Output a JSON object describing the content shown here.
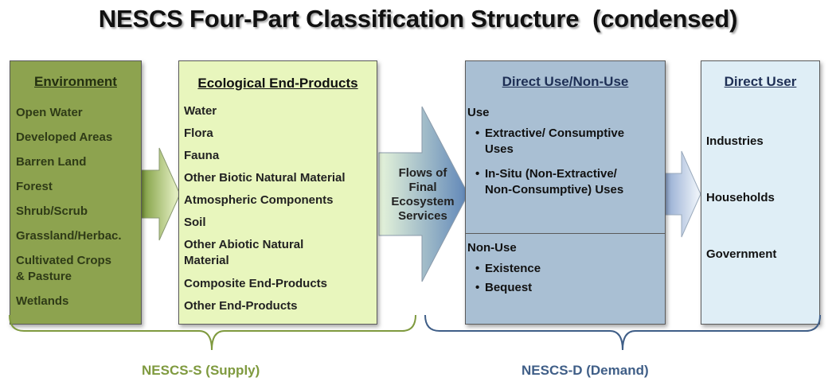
{
  "title": "NESCS Four-Part Classification Structure  (condensed)",
  "environment": {
    "heading": "Environment",
    "items": [
      "Open Water",
      "Developed Areas",
      "Barren Land",
      "Forest",
      "Shrub/Scrub",
      "Grassland/Herbac.",
      "Cultivated Crops",
      "& Pasture",
      "Wetlands"
    ]
  },
  "ecological_end_products": {
    "heading": "Ecological End-Products",
    "items": [
      "Water",
      "Flora",
      "Fauna",
      "Other Biotic Natural Material",
      "Atmospheric Components",
      "Soil",
      "Other Abiotic Natural",
      "Material",
      "Composite End-Products",
      "Other End-Products"
    ]
  },
  "flow_label": "Flows of\nFinal\nEcosystem\nServices",
  "direct_use": {
    "heading": "Direct Use/Non-Use",
    "use_label": "Use",
    "use_items": [
      "Extractive/ Consumptive",
      "Uses",
      "In-Situ (Non-Extractive/",
      "Non-Consumptive) Uses"
    ],
    "nonuse_label": "Non-Use",
    "nonuse_items": [
      "Existence",
      "Bequest"
    ],
    "bullet": "•"
  },
  "direct_user": {
    "heading": "Direct User",
    "items": [
      "Industries",
      "Households",
      "Government"
    ]
  },
  "supply_label": "NESCS-S (Supply)",
  "demand_label": "NESCS-D (Demand)",
  "colors": {
    "environment_fill": "#8da34f",
    "eco_fill": "#e8f6bd",
    "use_fill": "#a9bfd3",
    "user_fill": "#dfeef6",
    "supply_text": "#7f9a3f",
    "demand_text": "#3f5e87"
  }
}
